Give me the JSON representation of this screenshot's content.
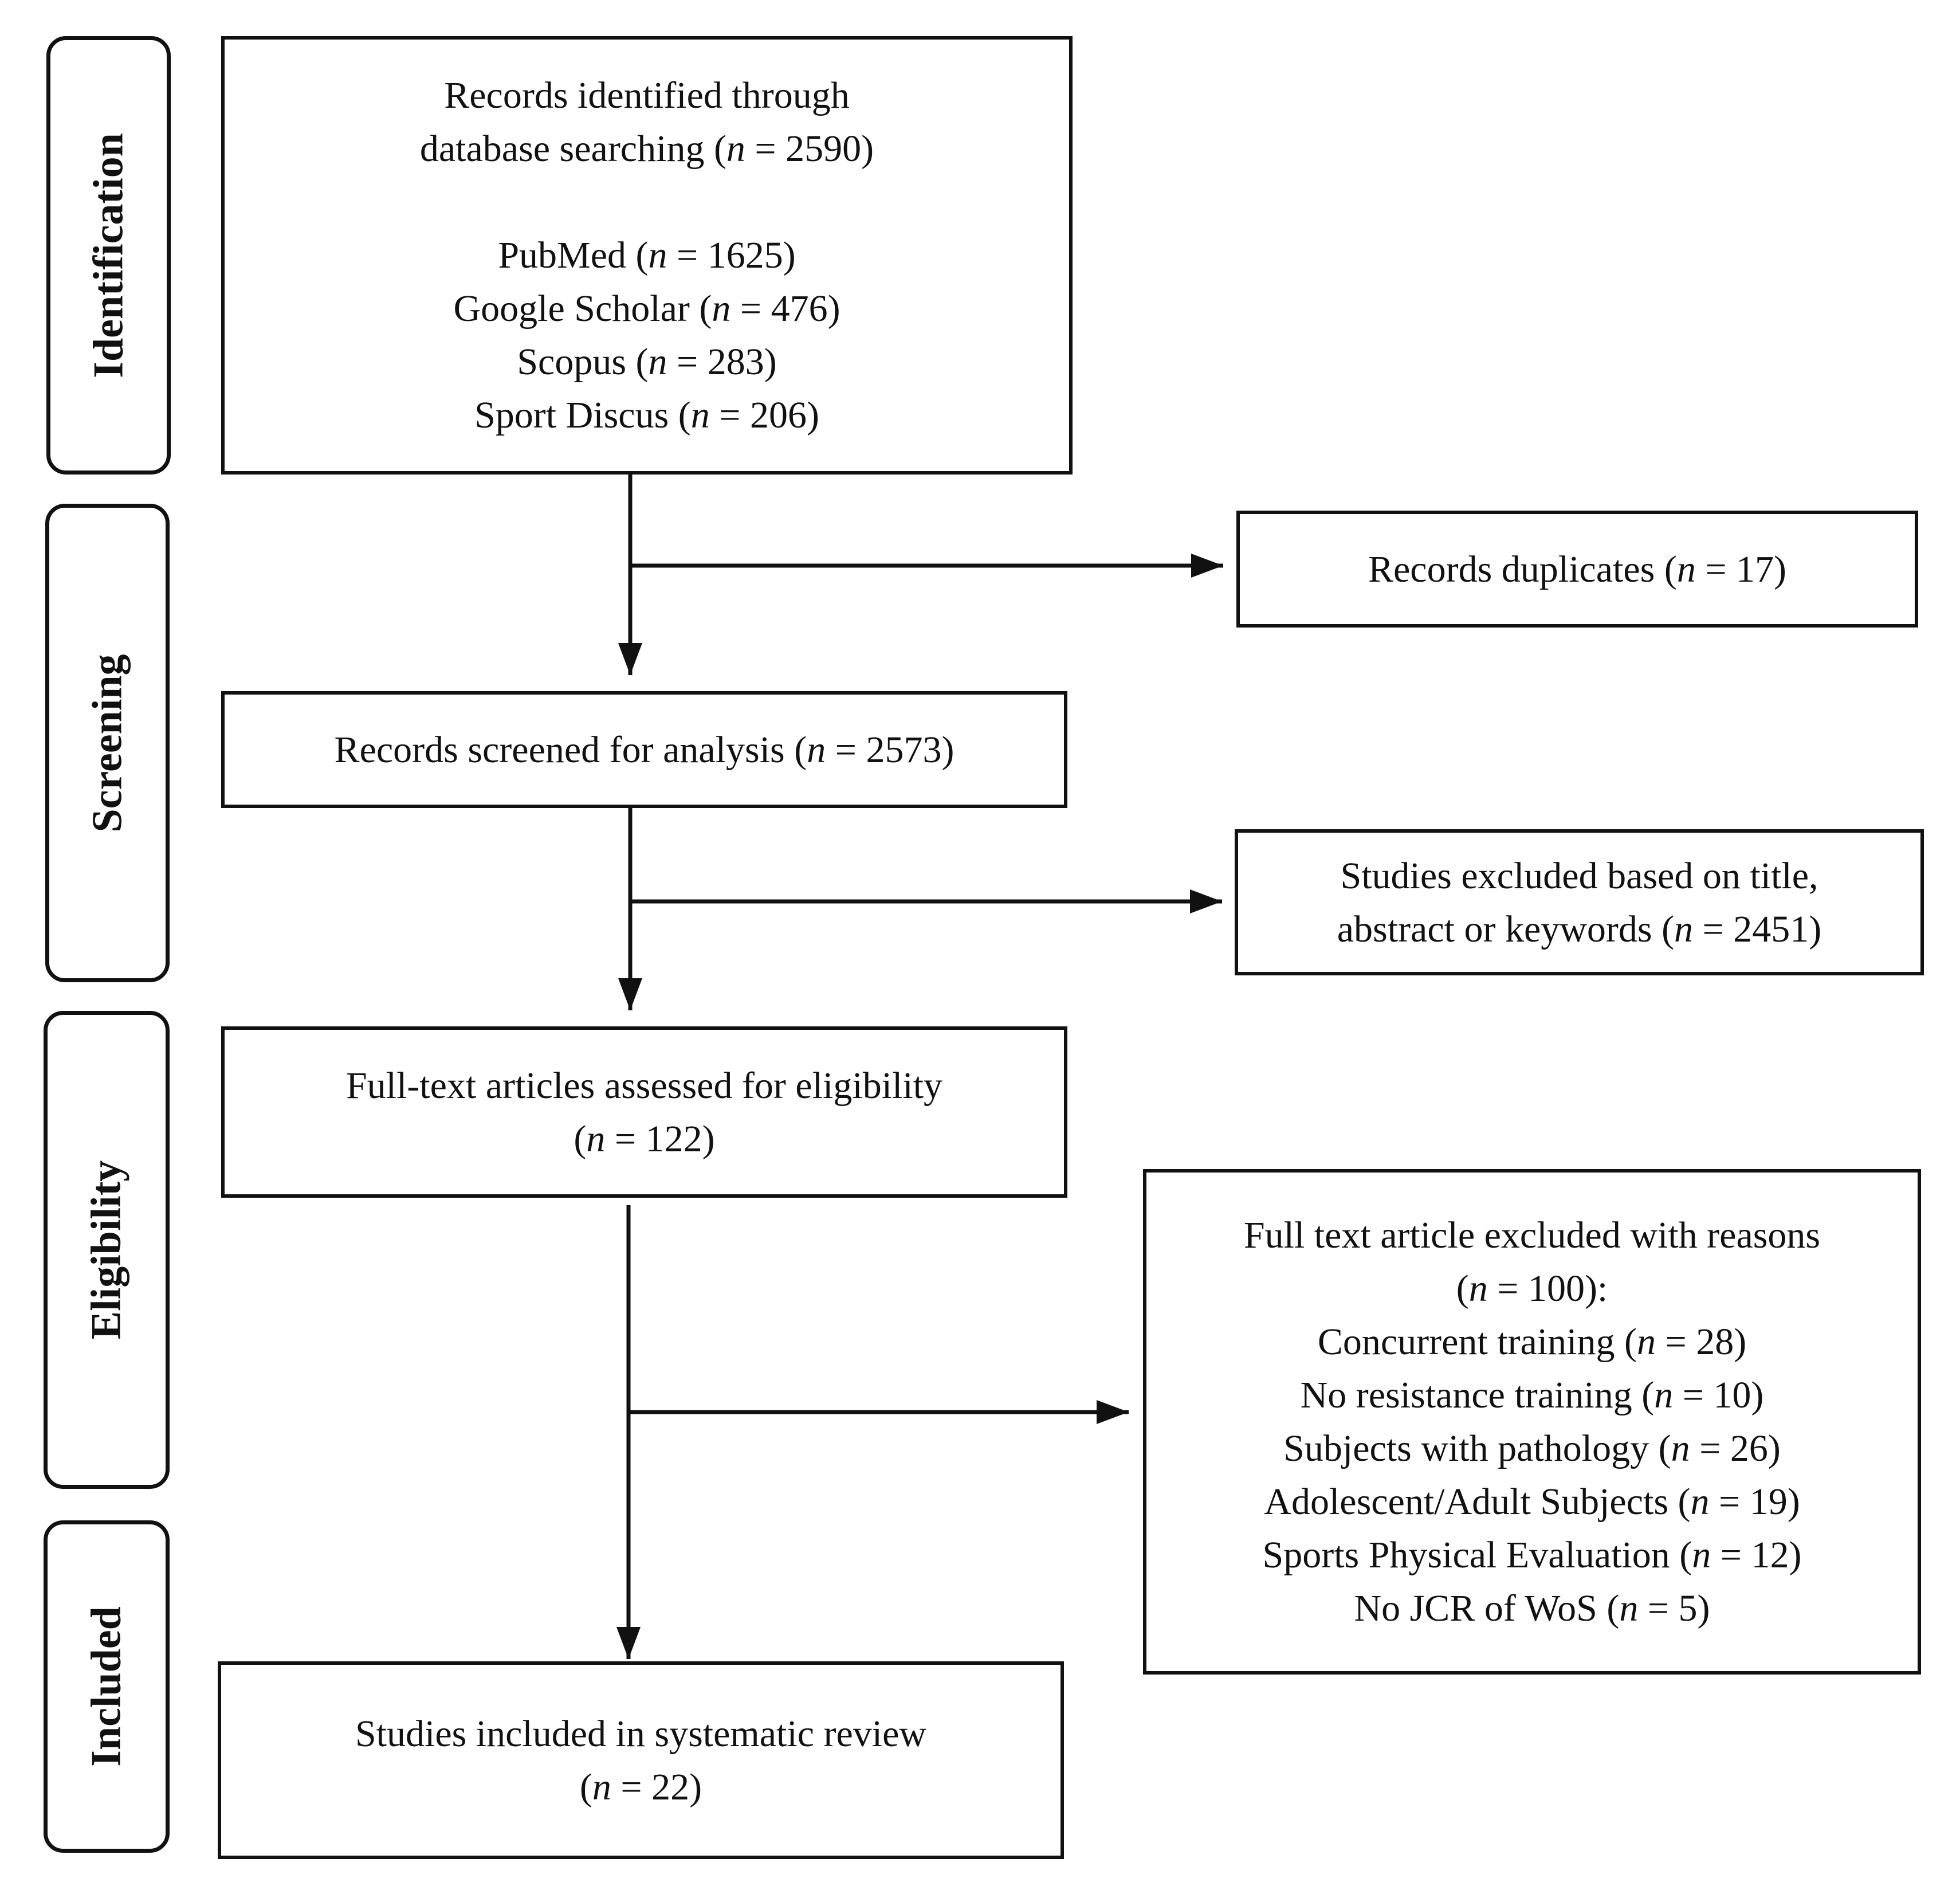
{
  "phases": [
    {
      "label": "Identification"
    },
    {
      "label": "Screening"
    },
    {
      "label": "Eligibility"
    },
    {
      "label": "Included"
    }
  ],
  "boxes": {
    "identified": {
      "lines": [
        {
          "text": "Records identified through"
        },
        {
          "pre": "database searching (",
          "n": "n",
          "post": " = 2590)"
        },
        {
          "pre": "PubMed (",
          "n": "n",
          "post": " = 1625)"
        },
        {
          "pre": "Google Scholar (",
          "n": "n",
          "post": " = 476)"
        },
        {
          "pre": "Scopus (",
          "n": "n",
          "post": " = 283)"
        },
        {
          "pre": "Sport Discus (",
          "n": "n",
          "post": " = 206)"
        }
      ]
    },
    "duplicates": {
      "lines": [
        {
          "pre": "Records duplicates (",
          "n": "n",
          "post": " = 17)"
        }
      ]
    },
    "screened": {
      "lines": [
        {
          "pre": "Records screened for analysis (",
          "n": "n",
          "post": " = 2573)"
        }
      ]
    },
    "excluded_title": {
      "lines": [
        {
          "text": "Studies excluded based on title,"
        },
        {
          "pre": "abstract or keywords (",
          "n": "n",
          "post": " = 2451)"
        }
      ]
    },
    "fulltext": {
      "lines": [
        {
          "text": "Full-text articles assessed for eligibility"
        },
        {
          "pre": "(",
          "n": "n",
          "post": " = 122)"
        }
      ]
    },
    "excluded_reasons": {
      "lines": [
        {
          "text": "Full text article excluded with reasons"
        },
        {
          "pre": "(",
          "n": "n",
          "post": " = 100):"
        },
        {
          "pre": "Concurrent training (",
          "n": "n",
          "post": " = 28)"
        },
        {
          "pre": "No resistance training (",
          "n": "n",
          "post": " = 10)"
        },
        {
          "pre": "Subjects with pathology (",
          "n": "n",
          "post": " = 26)"
        },
        {
          "pre": "Adolescent/Adult Subjects (",
          "n": "n",
          "post": " = 19)"
        },
        {
          "pre": "Sports Physical Evaluation (",
          "n": "n",
          "post": " = 12)"
        },
        {
          "pre": "No JCR of WoS (",
          "n": "n",
          "post": " = 5)"
        }
      ]
    },
    "included": {
      "lines": [
        {
          "text": "Studies included in systematic review"
        },
        {
          "pre": "(",
          "n": "n",
          "post": " = 22)"
        }
      ]
    }
  }
}
